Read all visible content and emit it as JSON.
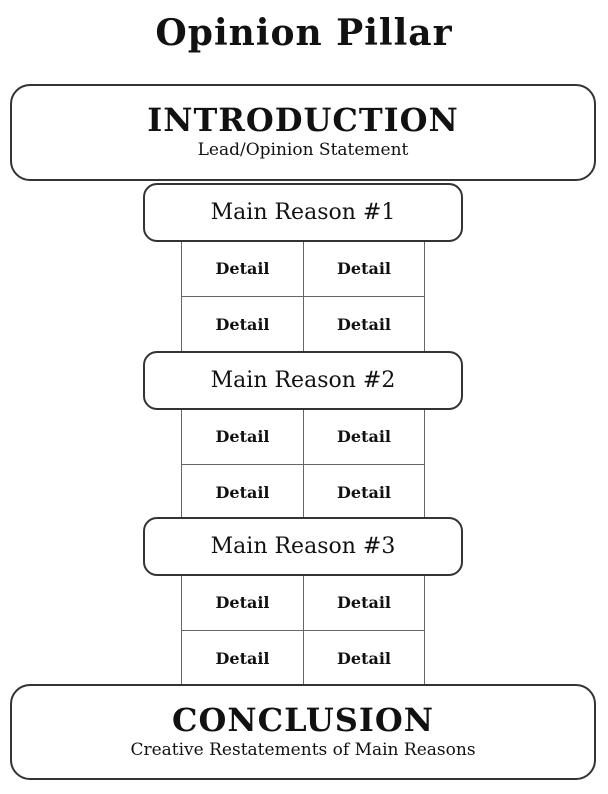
{
  "title": "Opinion Pillar",
  "introduction": {
    "heading": "INTRODUCTION",
    "subtitle": "Lead/Opinion Statement"
  },
  "sections": [
    {
      "reason": "Main Reason #1",
      "details": [
        "Detail",
        "Detail",
        "Detail",
        "Detail"
      ]
    },
    {
      "reason": "Main Reason #2",
      "details": [
        "Detail",
        "Detail",
        "Detail",
        "Detail"
      ]
    },
    {
      "reason": "Main Reason #3",
      "details": [
        "Detail",
        "Detail",
        "Detail",
        "Detail"
      ]
    }
  ],
  "conclusion": {
    "heading": "CONCLUSION",
    "subtitle": "Creative Restatements of Main Reasons"
  }
}
